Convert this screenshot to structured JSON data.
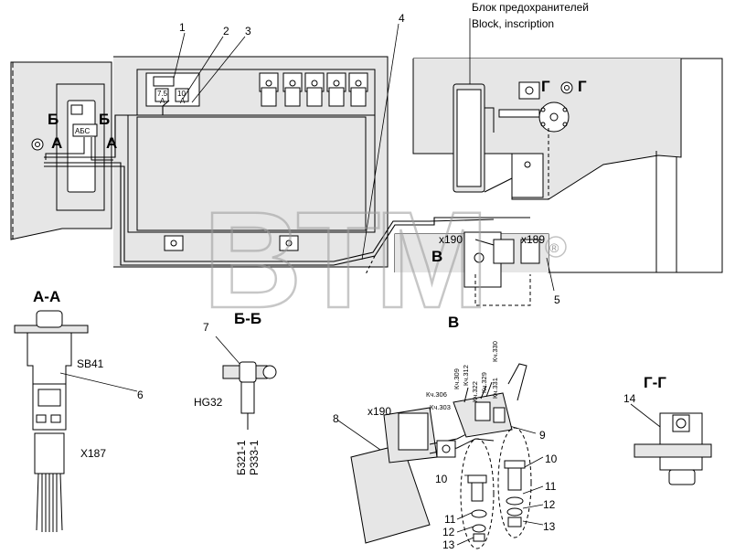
{
  "title_ru": "Блок предохранителей",
  "title_en": "Block, inscription",
  "watermark": "BTM",
  "registered_mark": "®",
  "callouts": {
    "n1": "1",
    "n2": "2",
    "n3": "3",
    "n4": "4",
    "n5": "5",
    "n6": "6",
    "n7": "7",
    "n8": "8",
    "n9": "9",
    "n10a": "10",
    "n10b": "10",
    "n11a": "11",
    "n11b": "11",
    "n12a": "12",
    "n12b": "12",
    "n13a": "13",
    "n13b": "13",
    "n14": "14"
  },
  "sections": {
    "b_left": "Б",
    "b_right": "Б",
    "a_left": "А",
    "a_right": "А",
    "g_left": "Г",
    "g_right": "Г",
    "v_mark": "В",
    "view_aa": "А-А",
    "view_bb": "Б-Б",
    "view_v": "В",
    "view_gg": "Г-Г"
  },
  "fuse_labels": {
    "f1a": "7.5",
    "f1b": "А",
    "f2a": "10",
    "f2b": "А"
  },
  "abs_label": "АБС",
  "connectors": {
    "x190_top": "x190",
    "x189": "x189",
    "x190_bottom": "x190",
    "x187": "X187",
    "sb41": "SB41",
    "hg32": "HG32",
    "b321": "Б321-1",
    "p333": "Р333-1"
  },
  "wire_labels": {
    "k309": "Кч.309",
    "k312": "Кч.312",
    "k306": "Кч.306",
    "k322": "Кч.322",
    "k330": "Кч.330",
    "k329": "Кч.329",
    "k331": "Кч.331",
    "k303": "Кч.303"
  }
}
